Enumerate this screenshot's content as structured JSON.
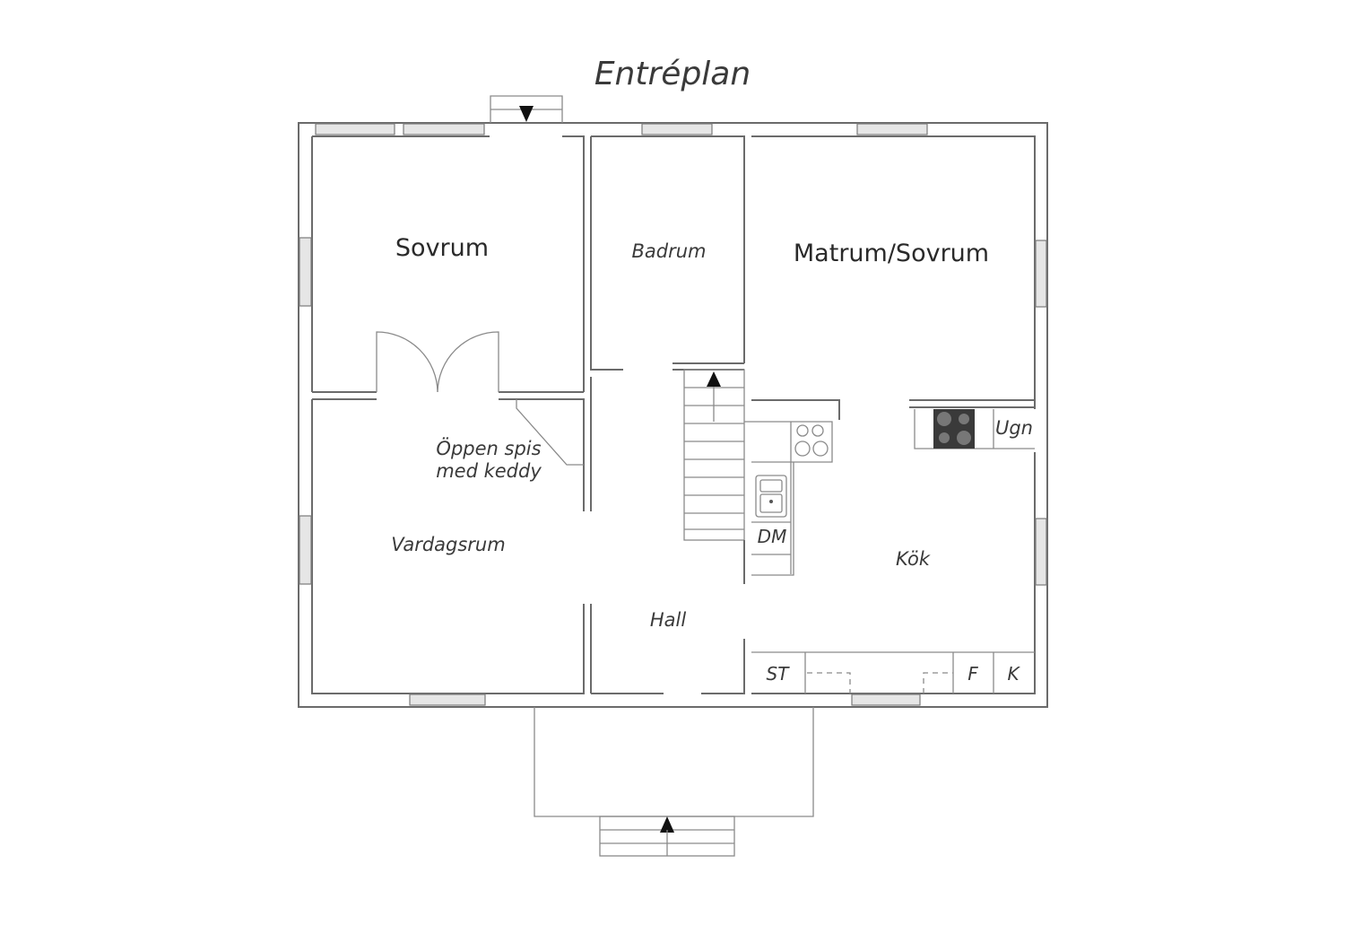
{
  "title": "Entréplan",
  "rooms": {
    "sovrum": "Sovrum",
    "badrum": "Badrum",
    "matrum": "Matrum/Sovrum",
    "spis_line1": "Öppen spis",
    "spis_line2": "med keddy",
    "vardagsrum": "Vardagsrum",
    "hall": "Hall",
    "kok": "Kök",
    "dm": "DM",
    "ugn": "Ugn",
    "st": "ST",
    "f": "F",
    "k": "K"
  },
  "colors": {
    "wall": "#6b6b6b",
    "text": "#2a2a2a",
    "hob": "#3a3a3a"
  },
  "icons": [
    "entry-arrow-icon",
    "stair-arrow-icon",
    "porch-arrow-icon",
    "stove-icon",
    "hob-icon",
    "sink-icon"
  ]
}
